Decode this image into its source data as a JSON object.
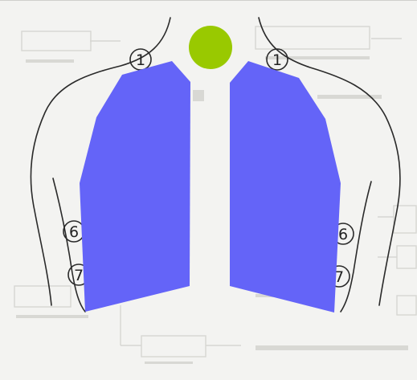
{
  "diagram": {
    "colors": {
      "lung_fill": "#6464f8",
      "marker_fill": "#99c900",
      "outline": "#2a2a2a",
      "faint_ui": "#d4d4d0",
      "paper": "#f3f3f1"
    },
    "markers": {
      "left_upper": "1",
      "right_upper": "1",
      "left_mid": "6",
      "right_mid": "6",
      "left_low": "7",
      "right_low": "7"
    }
  }
}
